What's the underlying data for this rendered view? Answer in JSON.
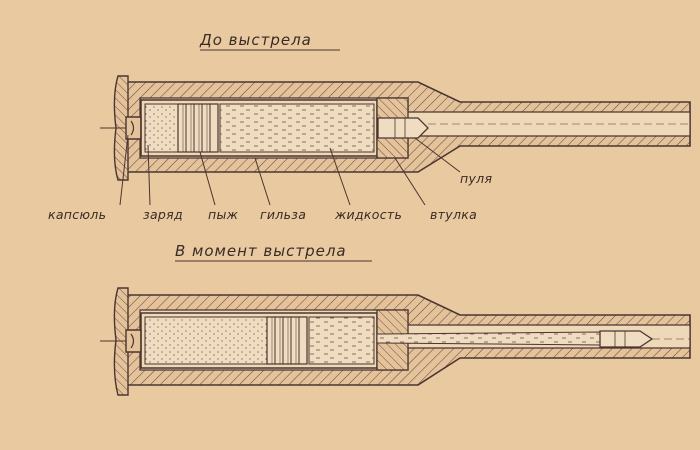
{
  "titles": {
    "before": "До выстрела",
    "during": "В момент выстрела"
  },
  "labels": {
    "primer": "капсюль",
    "charge": "заряд",
    "wad": "пыж",
    "case": "гильза",
    "liquid": "жидкость",
    "bushing": "втулка",
    "bullet": "пуля"
  },
  "colors": {
    "paper": "#e8c9a0",
    "ink": "#4a3530",
    "hatch": "#6a4a40",
    "fill_light": "#f0dcc0"
  }
}
